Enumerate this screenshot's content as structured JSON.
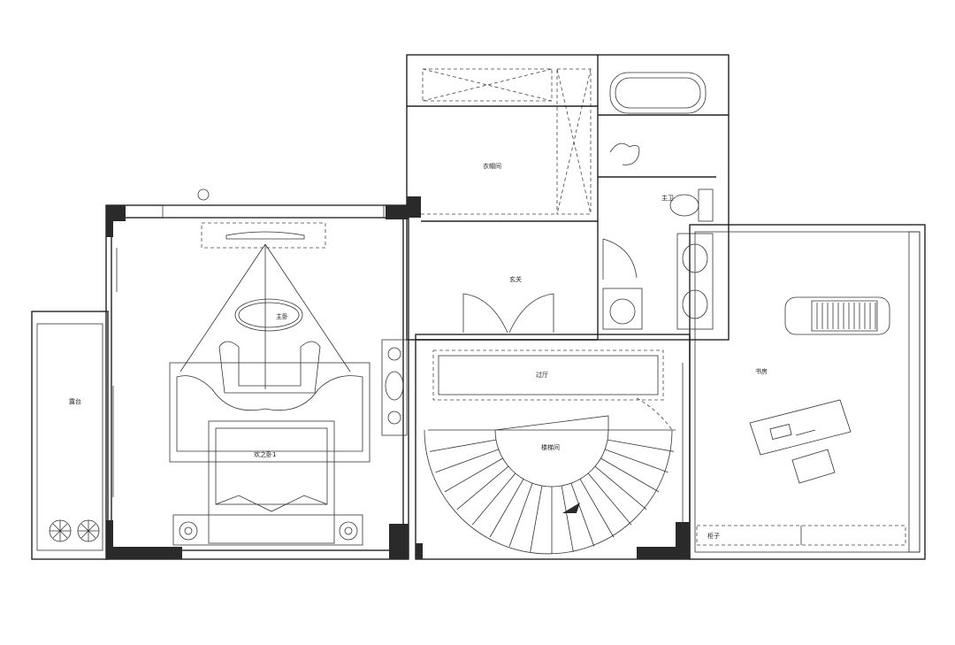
{
  "labels": {
    "master_bedroom_mark": "主卧",
    "wardrobe_room": "衣帽间",
    "master_bath": "主卫",
    "foyer": "玄关",
    "corridor": "过厅",
    "stair": "楼梯间",
    "bed": "欢之卧1",
    "balcony": "露台",
    "study": "书房",
    "cabinet": "柜子"
  }
}
